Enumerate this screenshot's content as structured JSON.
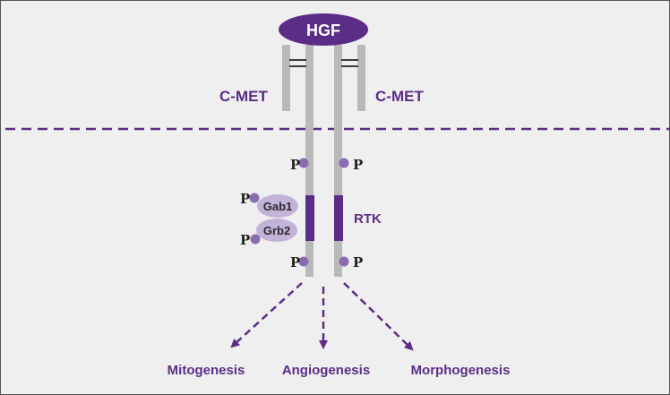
{
  "ligand": {
    "label": "HGF"
  },
  "receptors": {
    "left_label": "C-MET",
    "right_label": "C-MET"
  },
  "kinase": {
    "label": "RTK"
  },
  "adaptors": {
    "gab1": "Gab1",
    "grb2": "Grb2"
  },
  "phospho": {
    "label": "P"
  },
  "outcomes": [
    "Mitogenesis",
    "Angiogenesis",
    "Morphogenesis"
  ],
  "colors": {
    "purple": "#5b2d86",
    "light_purple": "#8c6bb1",
    "bubble": "#c3b3d8",
    "receptor_gray": "#b9b9b9",
    "background": "#efefef",
    "border": "#555555"
  }
}
